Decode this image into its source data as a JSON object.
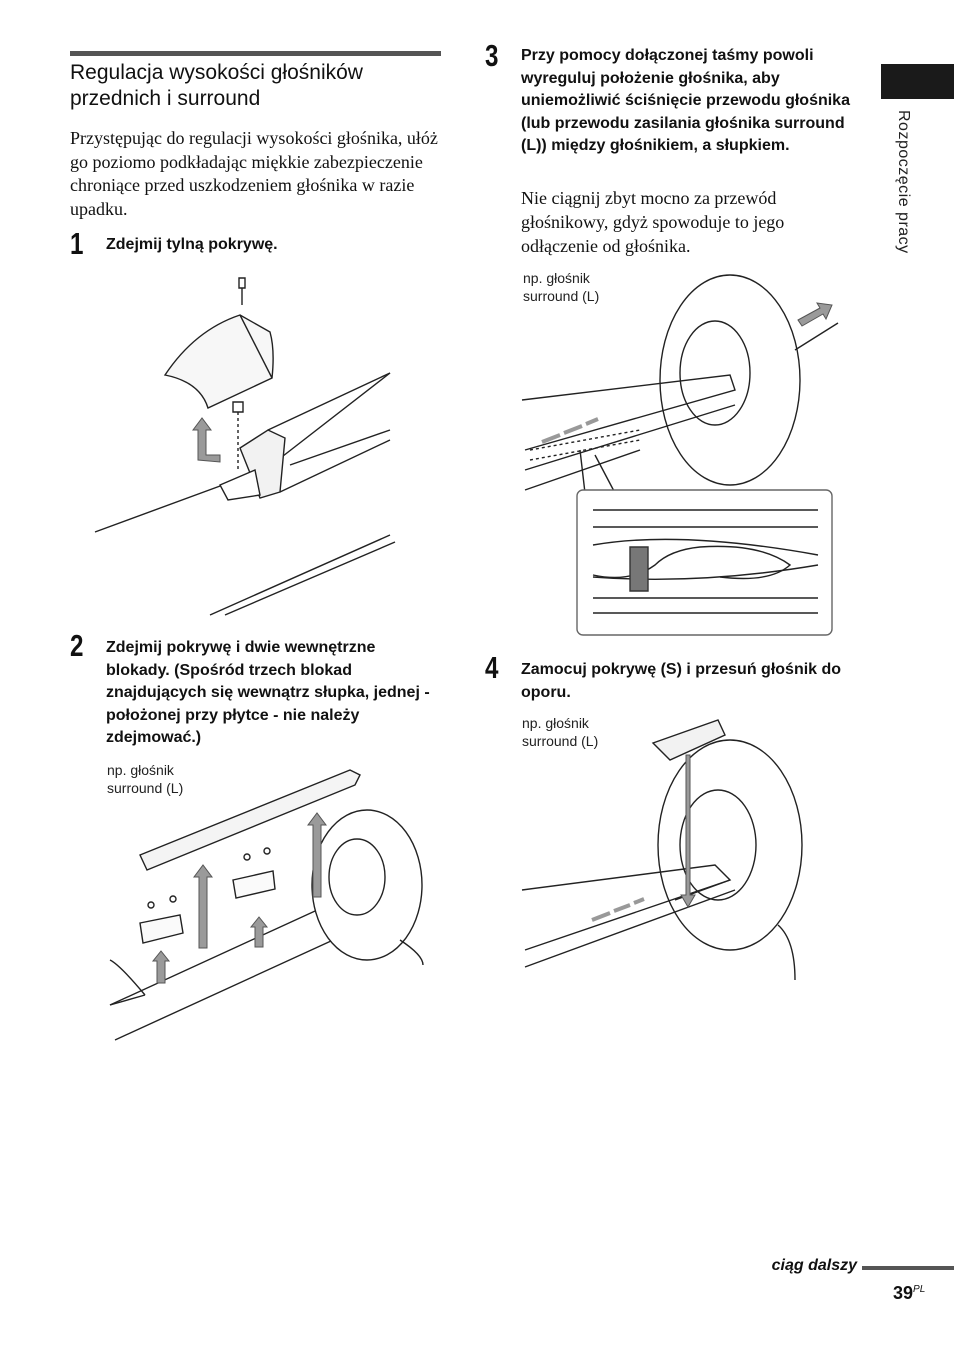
{
  "section": {
    "title": "Regulacja wysokości głośników przednich i surround",
    "intro": "Przystępując do regulacji wysokości głośnika, ułóż go poziomo podkładając miękkie zabezpieczenie chroniące przed uszkodzeniem głośnika w razie upadku."
  },
  "steps": [
    {
      "number": "1",
      "text": "Zdejmij tylną pokrywę."
    },
    {
      "number": "2",
      "text": "Zdejmij pokrywę i dwie wewnętrzne blokady. (Spośród trzech blokad znajdujących się wewnątrz słupka, jednej - położonej przy płytce - nie należy zdejmować.)",
      "caption_line1": "np. głośnik",
      "caption_line2": "surround (L)"
    },
    {
      "number": "3",
      "text": "Przy pomocy dołączonej taśmy powoli wyreguluj położenie głośnika, aby uniemożliwić ściśnięcie przewodu głośnika (lub przewodu zasilania głośnika surround (L)) między głośnikiem, a słupkiem.",
      "note": "Nie ciągnij zbyt mocno za przewód głośnikowy, gdyż spowoduje to jego odłączenie od głośnika.",
      "caption_line1": "np. głośnik",
      "caption_line2": "surround (L)"
    },
    {
      "number": "4",
      "text": "Zamocuj pokrywę (S) i przesuń głośnik do oporu.",
      "caption_line1": "np. głośnik",
      "caption_line2": "surround (L)"
    }
  ],
  "side_tab": {
    "label": "Rozpoczęcie pracy"
  },
  "footer": {
    "continued": "ciąg dalszy",
    "page_number": "39",
    "page_suffix": "PL"
  }
}
